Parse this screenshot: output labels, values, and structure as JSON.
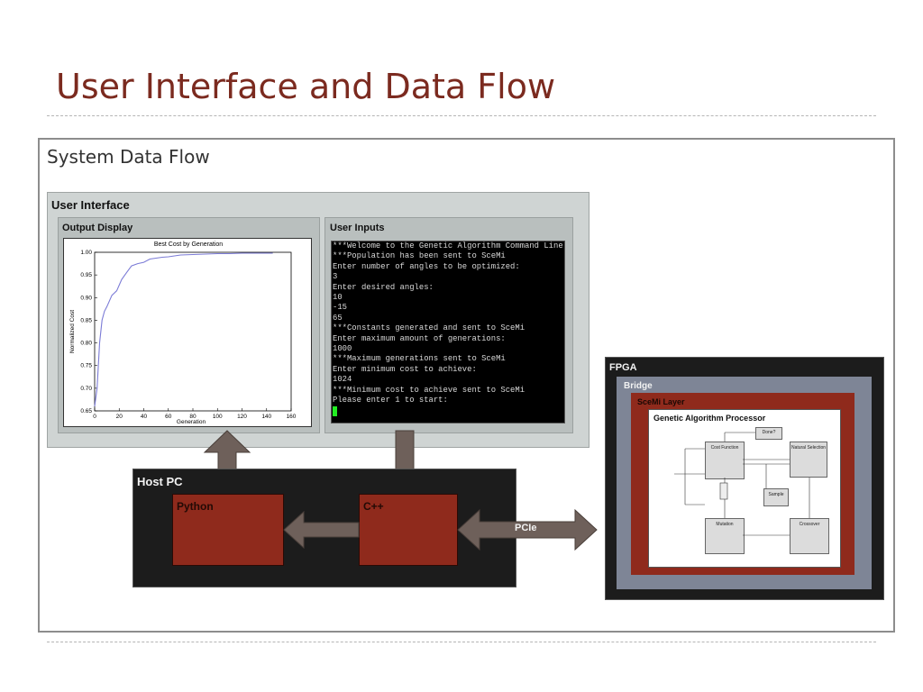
{
  "slide": {
    "title": "User Interface and Data Flow",
    "frame_label": "System Data Flow"
  },
  "user_interface": {
    "label": "User Interface",
    "output_display": {
      "label": "Output Display"
    },
    "user_inputs": {
      "label": "User Inputs",
      "terminal_lines": [
        "***Welcome to the Genetic Algorithm Command Line",
        "***Population has been sent to SceMi",
        "Enter number of angles to be optimized:",
        "3",
        "Enter desired angles:",
        "10",
        "-15",
        "65",
        "***Constants generated and sent to SceMi",
        "Enter maximum amount of generations:",
        "1000",
        "***Maximum generations sent to SceMi",
        "Enter minimum cost to achieve:",
        "1024",
        "***Minimum cost to achieve sent to SceMi",
        "Please enter 1 to start:"
      ]
    }
  },
  "host_pc": {
    "label": "Host PC",
    "python_label": "Python",
    "cpp_label": "C++"
  },
  "link": {
    "label": "PCIe"
  },
  "fpga": {
    "label": "FPGA",
    "bridge_label": "Bridge",
    "sceme_label": "SceMi Layer",
    "gap_label": "Genetic Algorithm Processor",
    "blocks": {
      "done": "Done?",
      "cost": "Cost Function",
      "natural": "Natural Selection",
      "sample": "Sample",
      "mutation": "Mutation",
      "crossover": "Crossover"
    }
  },
  "colors": {
    "title": "#7b2a1f",
    "block_red": "#8f2a1c",
    "arrow": "#6e605a",
    "bridge": "#7e8596",
    "series": "#7b7bd6"
  },
  "chart_data": {
    "type": "line",
    "title": "Best Cost by Generation",
    "xlabel": "Generation",
    "ylabel": "Normalized Cost",
    "xlim": [
      0,
      160
    ],
    "ylim": [
      0.65,
      1.0
    ],
    "xticks": [
      "0",
      "20",
      "40",
      "60",
      "80",
      "100",
      "120",
      "140",
      "160"
    ],
    "yticks": [
      "0.65",
      "0.70",
      "0.75",
      "0.80",
      "0.85",
      "0.90",
      "0.95",
      "1.00"
    ],
    "grid": false,
    "series": [
      {
        "x": [
          0,
          2,
          4,
          6,
          8,
          10,
          14,
          18,
          22,
          26,
          30,
          35,
          40,
          45,
          50,
          55,
          60,
          65,
          70,
          80,
          90,
          100,
          110,
          120,
          130,
          145
        ],
        "y": [
          0.66,
          0.7,
          0.8,
          0.85,
          0.87,
          0.88,
          0.905,
          0.915,
          0.94,
          0.955,
          0.97,
          0.975,
          0.978,
          0.985,
          0.987,
          0.989,
          0.99,
          0.992,
          0.994,
          0.995,
          0.996,
          0.997,
          0.997,
          0.998,
          0.998,
          0.998
        ]
      }
    ]
  }
}
